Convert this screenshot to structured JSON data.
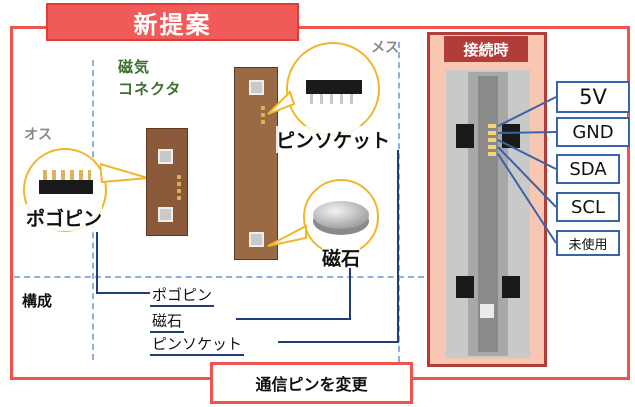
{
  "title": "新提案",
  "magnetic_connector_label": "磁気\nコネクタ",
  "male_label": "オス",
  "female_label": "メス",
  "pogo_pin_label": "ポゴピン",
  "pin_socket_label": "ピンソケット",
  "magnet_label": "磁石",
  "composition_label": "構成",
  "composition_items": [
    "ポゴピン",
    "磁石",
    "ピンソケット"
  ],
  "connected_label": "接続時",
  "pin_labels": [
    "5V",
    "GND",
    "SDA",
    "SCL",
    "未使用"
  ],
  "bottom_note": "通信ピンを変更",
  "colors": {
    "accent_red": "#ef5350",
    "dark_red": "#b13c38",
    "panel_peach": "#f8c7b2",
    "line_blue": "#3a64a8",
    "callout_yellow": "#f2b62d",
    "label_green": "#3f6e2c"
  }
}
